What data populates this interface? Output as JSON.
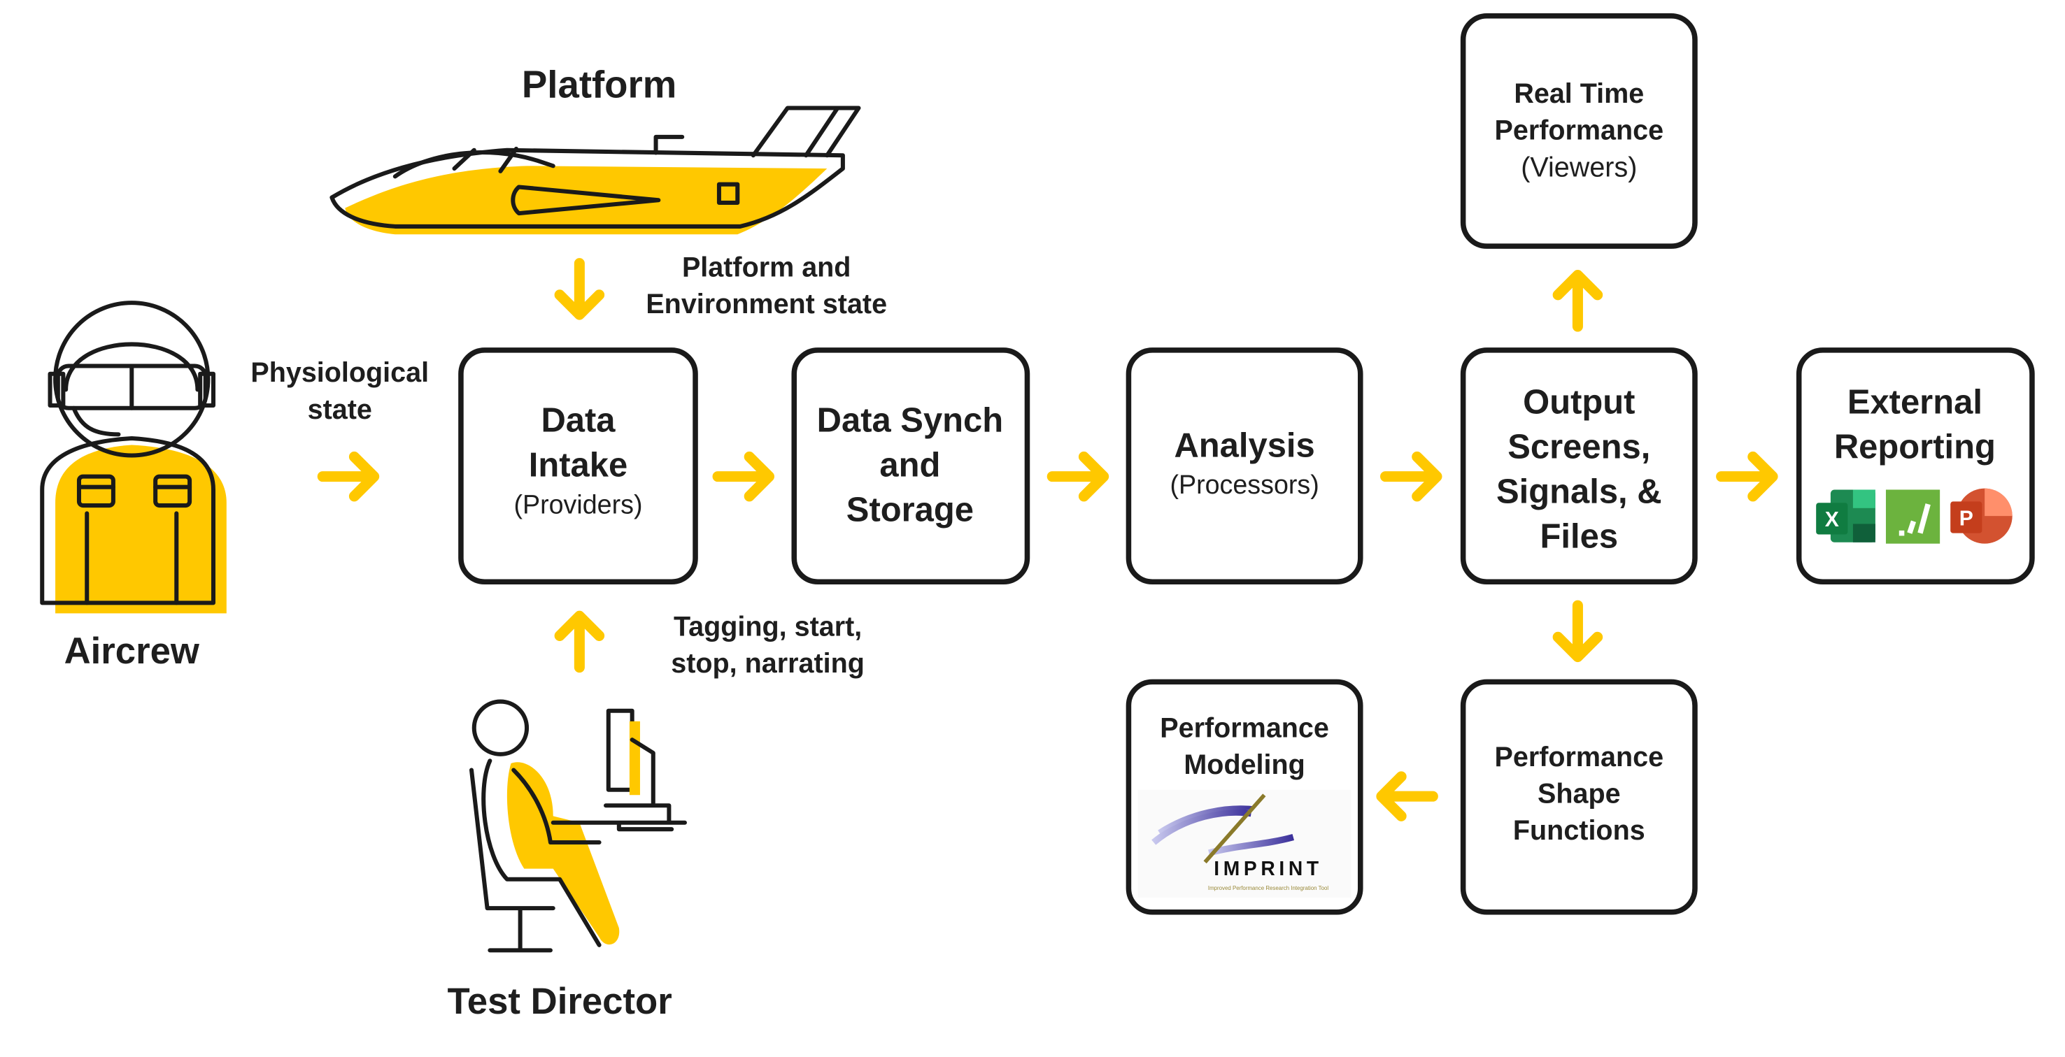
{
  "colors": {
    "accent": "#FFC800",
    "outline": "#1a1a1a",
    "text": "#1e1e1e"
  },
  "actors": {
    "platform": "Platform",
    "aircrew": "Aircrew",
    "test_director": "Test Director"
  },
  "edge_labels": {
    "platform_state": [
      "Platform and",
      "Environment state"
    ],
    "physiological": [
      "Physiological",
      "state"
    ],
    "tagging": [
      "Tagging, start,",
      "stop, narrating"
    ]
  },
  "boxes": {
    "data_intake": {
      "title": [
        "Data",
        "Intake"
      ],
      "subtitle": "(Providers)"
    },
    "data_synch": {
      "title": [
        "Data Synch",
        "and",
        "Storage"
      ]
    },
    "analysis": {
      "title": "Analysis",
      "subtitle": "(Processors)"
    },
    "output": {
      "title": [
        "Output",
        "Screens,",
        "Signals, &",
        "Files"
      ]
    },
    "external": {
      "title": [
        "External",
        "Reporting"
      ],
      "icons": [
        "excel-icon",
        "chart-app-icon",
        "powerpoint-icon"
      ],
      "icon_letters": [
        "X",
        "P"
      ]
    },
    "real_time": {
      "title": [
        "Real Time",
        "Performance"
      ],
      "subtitle": "(Viewers)"
    },
    "shape_functions": {
      "title": [
        "Performance",
        "Shape",
        "Functions"
      ]
    },
    "modeling": {
      "title": [
        "Performance",
        "Modeling"
      ],
      "logo_text": "IMPRINT",
      "logo_tagline": "Improved Performance Research Integration Tool"
    }
  }
}
